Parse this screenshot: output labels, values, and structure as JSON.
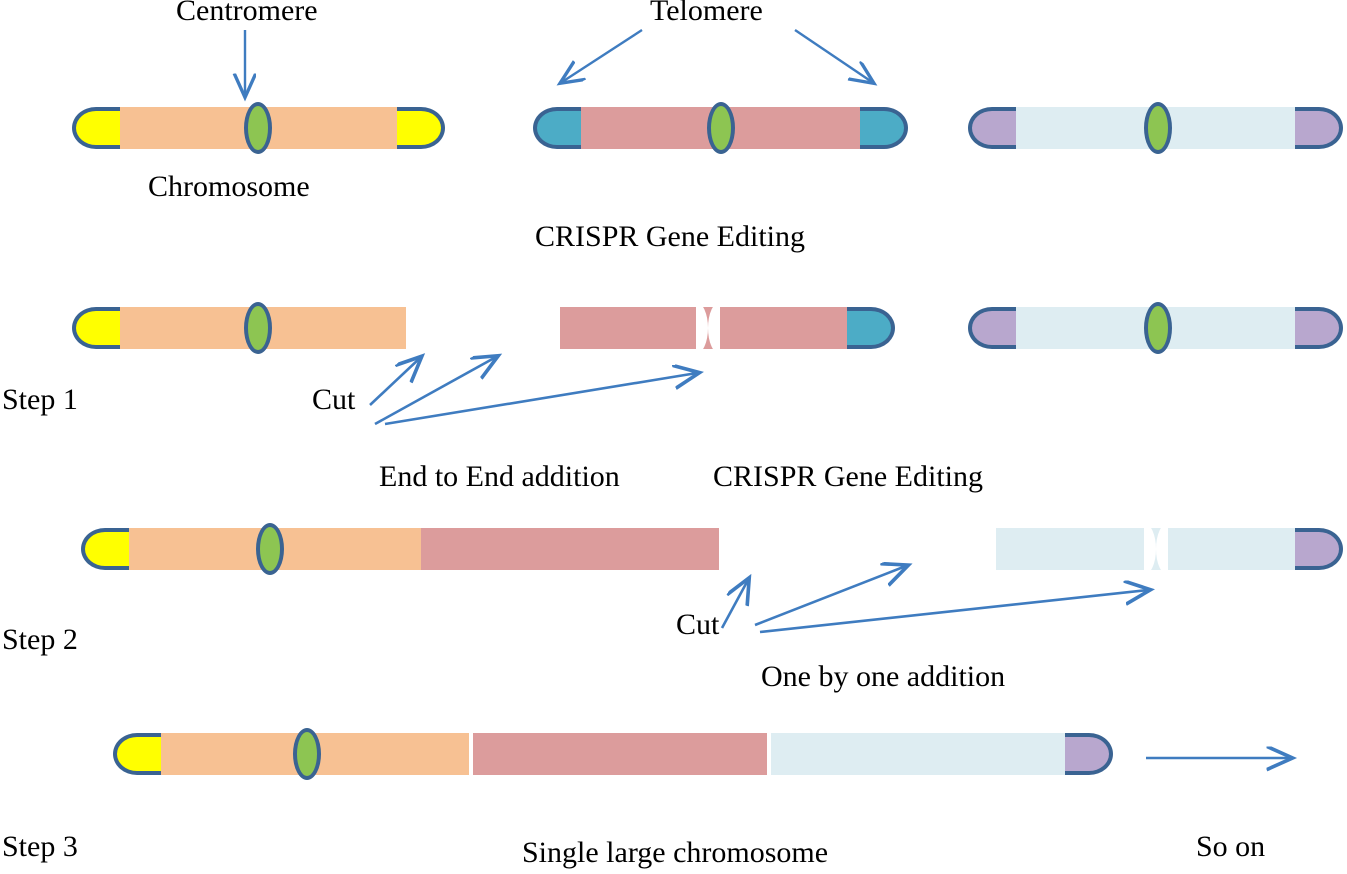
{
  "diagram": {
    "title": "Chromosome fusion via CRISPR gene editing",
    "labels": {
      "centromere": "Centromere",
      "telomere": "Telomere",
      "chromosome": "Chromosome",
      "crispr_top": "CRISPR Gene Editing",
      "step1": "Step 1",
      "cut1": "Cut",
      "end_to_end": "End to End addition",
      "crispr_mid": "CRISPR Gene Editing",
      "step2": "Step 2",
      "cut2": "Cut",
      "one_by_one": "One by one addition",
      "step3": "Step 3",
      "single_large": "Single large chromosome",
      "so_on": "So on"
    },
    "colors": {
      "outline": "#3a6392",
      "arrow": "#3f7cc0",
      "arm_orange": "#f7c193",
      "arm_pink": "#dc9c9c",
      "arm_lightblue": "#deedf2",
      "telomere_yellow": "#ffff00",
      "telomere_teal": "#4cacc6",
      "telomere_purple": "#b8a7ce",
      "centromere_green": "#8dc552",
      "text": "#000000",
      "background": "#ffffff"
    },
    "rows": [
      {
        "name": "row-initial",
        "chromosomes": [
          {
            "name": "chromosome-orange-intact",
            "arm_color": "arm_orange",
            "left_cap": "telomere_yellow",
            "right_cap": "telomere_yellow",
            "centromere": "green"
          },
          {
            "name": "chromosome-pink-intact",
            "arm_color": "arm_pink",
            "left_cap": "telomere_teal",
            "right_cap": "telomere_teal",
            "centromere": "green"
          },
          {
            "name": "chromosome-lightblue-intact",
            "arm_color": "arm_lightblue",
            "left_cap": "telomere_purple",
            "right_cap": "telomere_purple",
            "centromere": "green"
          }
        ]
      },
      {
        "name": "row-step1",
        "chromosomes": [
          {
            "name": "chromosome-orange-cut-right",
            "arm_color": "arm_orange",
            "left_cap": "telomere_yellow",
            "right_cap": "none",
            "centromere": "green"
          },
          {
            "name": "chromosome-pink-cut-left-no-centromere",
            "arm_color": "arm_pink",
            "left_cap": "none",
            "right_cap": "telomere_teal",
            "centromere": "removed"
          },
          {
            "name": "chromosome-lightblue-intact",
            "arm_color": "arm_lightblue",
            "left_cap": "telomere_purple",
            "right_cap": "telomere_purple",
            "centromere": "green"
          }
        ]
      },
      {
        "name": "row-step2",
        "chromosomes": [
          {
            "name": "chromosome-orange-pink-fused",
            "arm_color": "arm_orange+arm_pink",
            "left_cap": "telomere_yellow",
            "right_cap": "none",
            "centromere": "green"
          },
          {
            "name": "chromosome-lightblue-cut-left-no-centromere",
            "arm_color": "arm_lightblue",
            "left_cap": "none",
            "right_cap": "telomere_purple",
            "centromere": "removed"
          }
        ]
      },
      {
        "name": "row-step3",
        "chromosomes": [
          {
            "name": "chromosome-single-large-fused",
            "arm_color": "arm_orange+arm_pink+arm_lightblue",
            "left_cap": "telomere_yellow",
            "right_cap": "telomere_purple",
            "centromere": "green"
          }
        ]
      }
    ]
  }
}
